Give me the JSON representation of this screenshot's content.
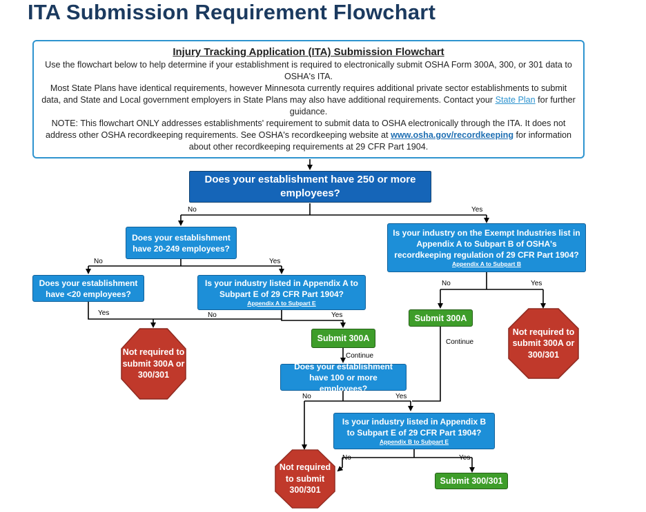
{
  "title": "ITA Submission Requirement Flowchart",
  "intro": {
    "heading": "Injury Tracking Application (ITA) Submission Flowchart",
    "p1": "Use the flowchart below to help determine if your establishment is required to electronically submit OSHA Form 300A, 300, or 301 data to OSHA's ITA.",
    "p2_a": "Most State Plans have identical requirements, however Minnesota currently requires additional private sector establishments to submit data, and State and Local government employers in State Plans may also have additional requirements. Contact your ",
    "p2_link": "State Plan",
    "p2_b": " for further guidance.",
    "p3_a": "NOTE: This flowchart ONLY addresses establishments' requirement to submit data to OSHA electronically through the ITA. It does not address other OSHA recordkeeping requirements. See OSHA's recordkeeping website at ",
    "p3_link": "www.osha.gov/recordkeeping",
    "p3_b": " for information about other recordkeeping requirements at 29 CFR Part 1904."
  },
  "nodes": {
    "q250": "Does your establishment have 250 or more employees?",
    "q20_249": "Does your establishment have 20-249 employees?",
    "q_lt20": "Does your establishment have <20 employees?",
    "q_appA": "Is your industry listed in Appendix A to Subpart E of 29 CFR Part 1904?",
    "q_appA_link": "Appendix A to Subpart E",
    "q_exempt": "Is your industry on the Exempt Industries list in Appendix A to Subpart B of OSHA's recordkeeping regulation of 29 CFR Part 1904?",
    "q_exempt_link": "Appendix A to Subpart B",
    "q100": "Does your establishment have 100 or more employees?",
    "q_appB": "Is your industry listed in Appendix B to Subpart E of 29 CFR Part 1904?",
    "q_appB_link": "Appendix B to Subpart E",
    "submit_300a_left": "Submit 300A",
    "submit_300a_right": "Submit 300A",
    "submit_300_301": "Submit 300/301",
    "stop_left": "Not required to submit 300A or 300/301",
    "stop_right": "Not required to submit 300A or 300/301",
    "stop_bottom": "Not required to submit 300/301"
  },
  "labels": {
    "no": "No",
    "yes": "Yes",
    "continue": "Continue"
  },
  "colors": {
    "title": "#1b3a5f",
    "intro_border": "#2d93cf",
    "dark_box": "#1565b8",
    "light_box": "#1d8fd8",
    "green_box": "#3e9d2a",
    "stop_fill": "#c0392b"
  }
}
